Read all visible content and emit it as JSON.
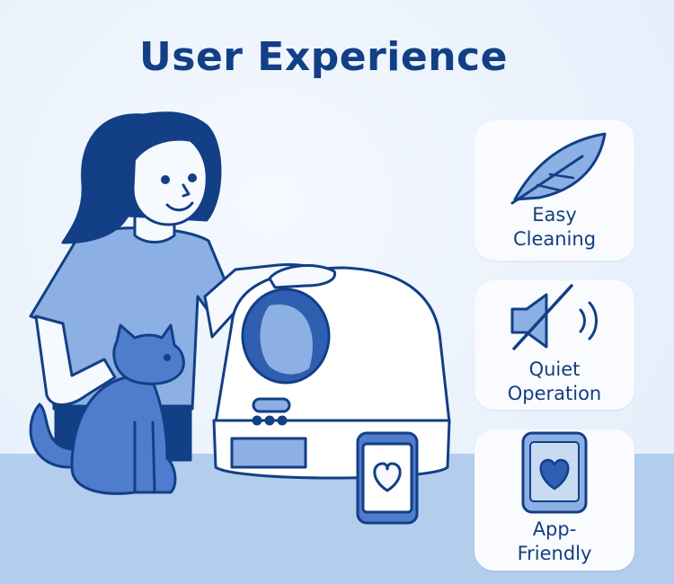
{
  "title": "User Experience",
  "features": [
    {
      "icon": "feather-icon",
      "line1": "Easy",
      "line2": "Cleaning"
    },
    {
      "icon": "speaker-muted-icon",
      "line1": "Quiet",
      "line2": "Operation"
    },
    {
      "icon": "phone-heart-icon",
      "line1": "App-",
      "line2": "Friendly"
    }
  ],
  "colors": {
    "navy": "#123f86",
    "accent": "#4f7ccc",
    "light_blue": "#8db0e4",
    "background": "#e9f1fb",
    "floor": "#b3cdec"
  }
}
